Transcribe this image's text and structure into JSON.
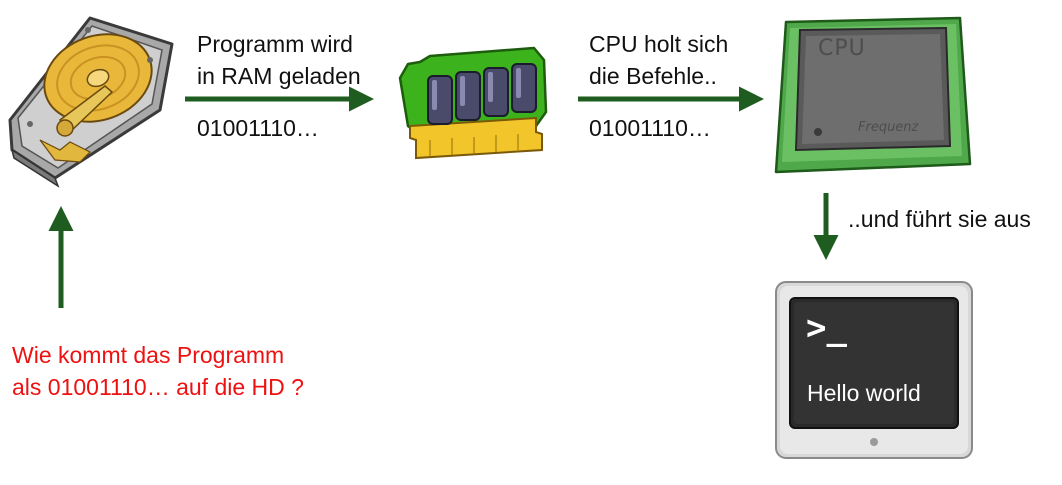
{
  "labels": {
    "hd_to_ram_line1": "Programm wird",
    "hd_to_ram_line2": "in RAM geladen",
    "hd_to_ram_bits": "01001110…",
    "ram_to_cpu_line1": "CPU holt sich",
    "ram_to_cpu_line2": "die Befehle..",
    "ram_to_cpu_bits": "01001110…",
    "cpu_to_term": "..und führt sie aus",
    "question_line1": "Wie kommt das Programm",
    "question_line2": "als 01001110… auf die HD ?"
  },
  "cpu": {
    "title": "CPU",
    "subtitle": "Frequenz"
  },
  "terminal": {
    "prompt": ">_",
    "output": "Hello world"
  },
  "icons": [
    "hard-disk-icon",
    "ram-module-icon",
    "cpu-chip-icon",
    "terminal-icon"
  ],
  "colors": {
    "arrow": "#1f5c1f",
    "question": "#ee1111",
    "ram_green": "#3cb31c",
    "cpu_green": "#2f8a2f"
  }
}
